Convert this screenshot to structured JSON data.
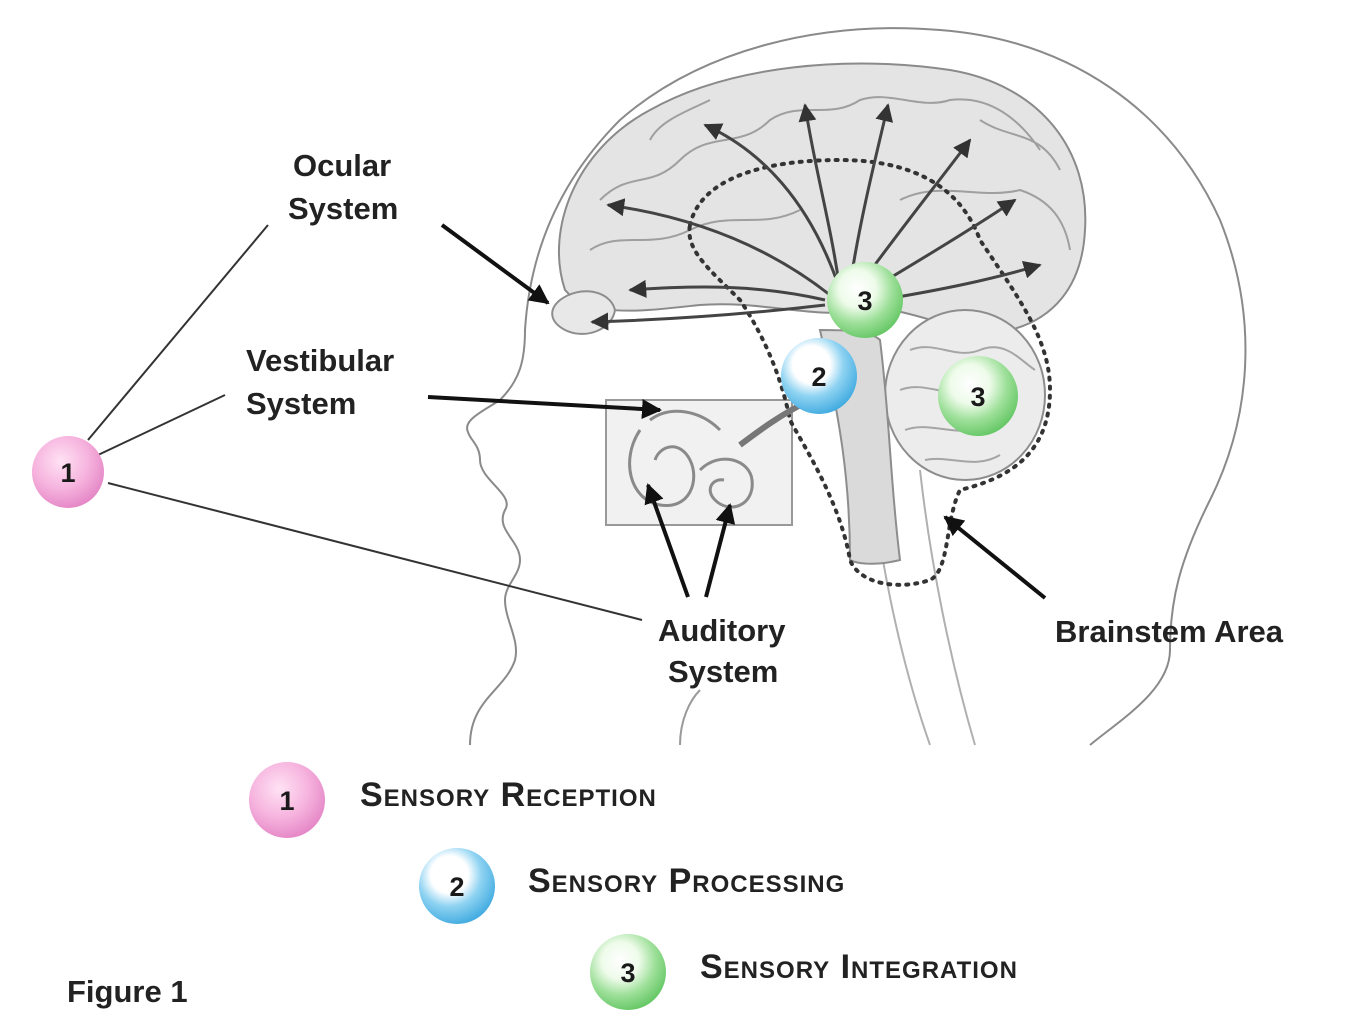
{
  "labels": {
    "ocular_line1": "Ocular",
    "ocular_line2": "System",
    "vestibular_line1": "Vestibular",
    "vestibular_line2": "System",
    "auditory_line1": "Auditory",
    "auditory_line2": "System",
    "brainstem": "Brainstem Area"
  },
  "badges": {
    "reception": "1",
    "processing": "2",
    "integration": "3"
  },
  "legend": {
    "reception": "Sensory Reception",
    "processing": "Sensory Processing",
    "integration": "Sensory Integration"
  },
  "caption": "Figure 1",
  "colors": {
    "reception": "#f3a6d6",
    "processing": "#5bbbe8",
    "integration": "#7fd07f"
  }
}
